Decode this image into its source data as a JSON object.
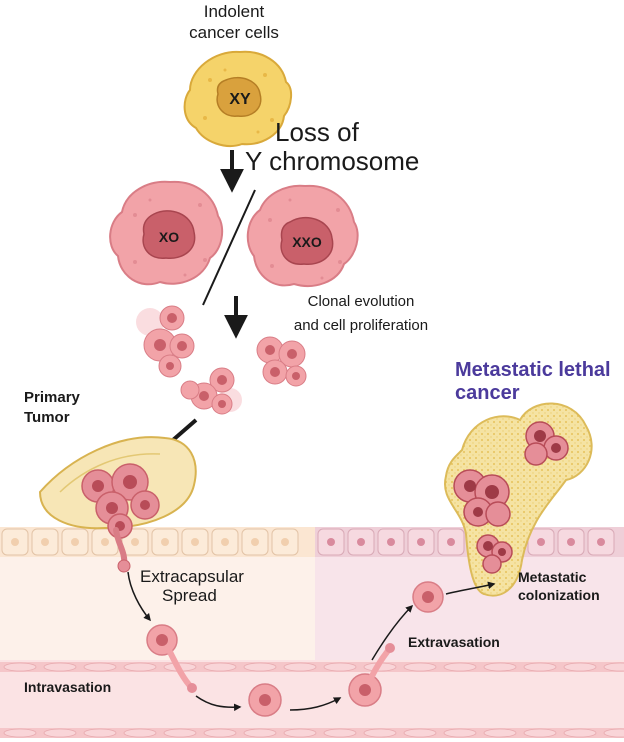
{
  "labels": {
    "indolent_line1": "Indolent",
    "indolent_line2": "cancer cells",
    "xy": "XY",
    "loss_line1": "Loss of",
    "loss_line2": "Y chromosome",
    "xo": "XO",
    "xxo": "XXO",
    "clonal_line1": "Clonal evolution",
    "clonal_line2": "and cell proliferation",
    "primary_line1": "Primary",
    "primary_line2": "Tumor",
    "metastatic_line1": "Metastatic lethal",
    "metastatic_line2": "cancer",
    "extracapsular_line1": "Extracapsular",
    "extracapsular_line2": "Spread",
    "extravasation": "Extravasation",
    "intravasation": "Intravasation",
    "colonization_line1": "Metastatic",
    "colonization_line2": "colonization"
  },
  "colors": {
    "indolent_cell": "#f5d36a",
    "cancer_cell": "#f2a3a8",
    "nucleus": "#c9606a",
    "metastatic_title": "#4b3a9c",
    "tissue_left": "#fbead8",
    "tissue_right": "#f3d5dd",
    "vessel": "#fbe0e2"
  }
}
